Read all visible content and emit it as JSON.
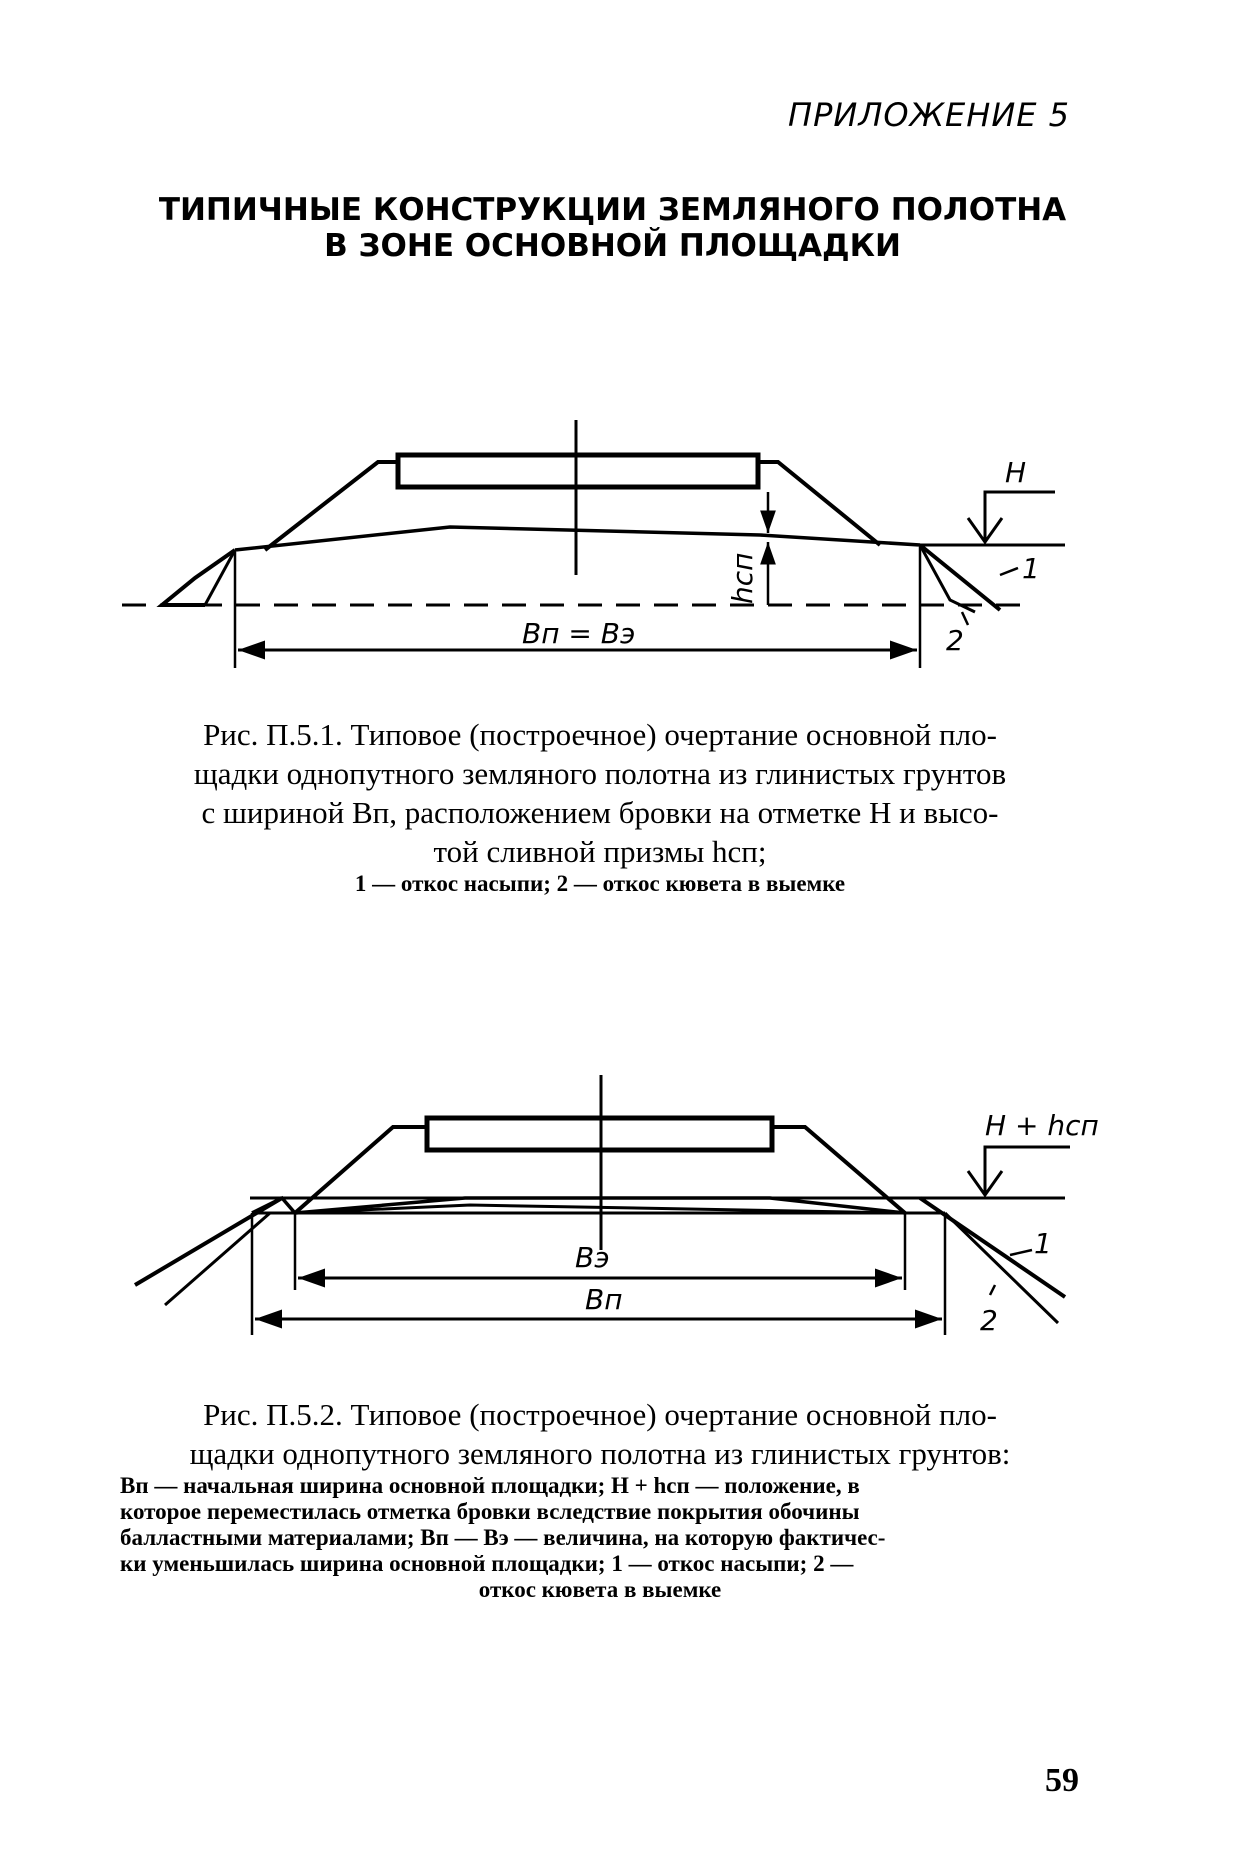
{
  "header": {
    "appendix": "ПРИЛОЖЕНИЕ 5"
  },
  "title": {
    "line1": "ТИПИЧНЫЕ КОНСТРУКЦИИ ЗЕМЛЯНОГО ПОЛОТНА",
    "line2": "В ЗОНЕ ОСНОВНОЙ ПЛОЩАДКИ"
  },
  "figure1": {
    "labels": {
      "H": "H",
      "hcp": "hсп",
      "width": "Bп = Bэ",
      "slope1": "1",
      "slope2": "2"
    },
    "caption": {
      "line1": "Рис. П.5.1. Типовое (построечное) очертание основной пло-",
      "line2": "щадки однопутного земляного полотна из глинистых грунтов",
      "line3": "с шириной Bп, расположением бровки на отметке H и высо-",
      "line4": "той сливной призмы hсп;",
      "legend": "1 — откос насыпи; 2 — откос кювета в выемке"
    }
  },
  "figure2": {
    "labels": {
      "H_hcp": "H + hсп",
      "Be": "Bэ",
      "Bn": "Bп",
      "slope1": "1",
      "slope2": "2"
    },
    "caption": {
      "line1": "Рис. П.5.2. Типовое (построечное) очертание основной пло-",
      "line2": "щадки однопутного земляного полотна из глинистых грунтов:",
      "legend1": "Bп — начальная ширина основной площадки; H + hсп — положение, в",
      "legend2": "которое переместилась отметка бровки вследствие покрытия обочины",
      "legend3": "балластными материалами; Bп — Bэ — величина, на которую фактичес-",
      "legend4": "ки уменьшилась ширина основной площадки; 1 — откос насыпи; 2 —",
      "legend5": "откос кювета в выемке"
    }
  },
  "page_number": "59"
}
